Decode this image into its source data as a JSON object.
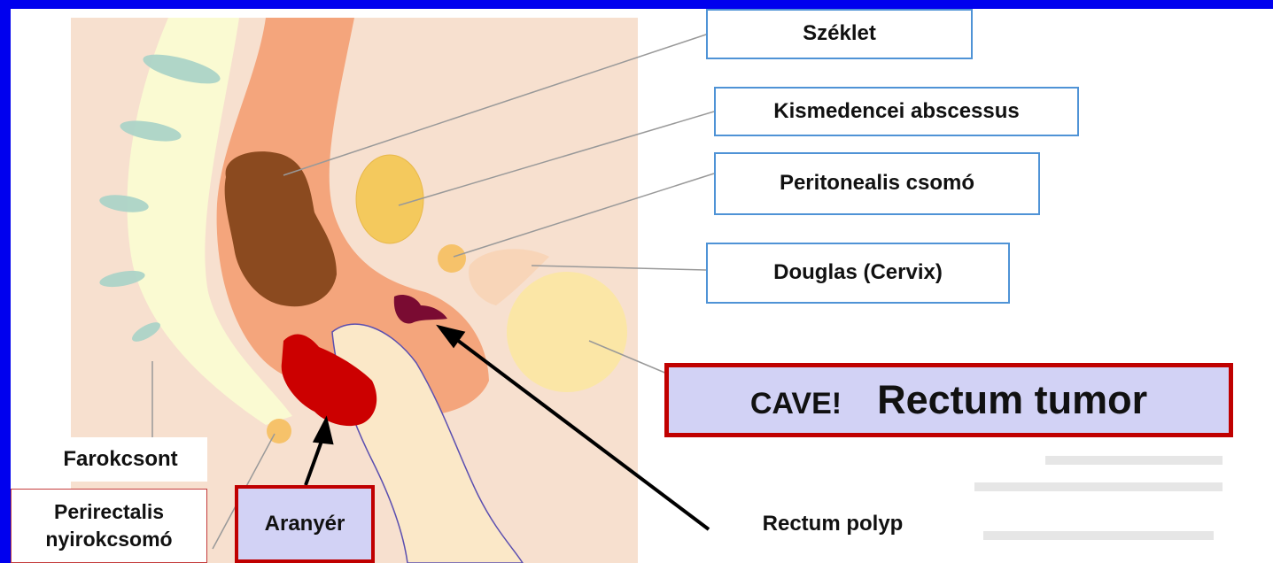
{
  "labels": {
    "szeklet": "Széklet",
    "kismedencei": "Kismedencei abscessus",
    "peritonealis": "Peritonealis csomó",
    "douglas": "Douglas (Cervix)",
    "farokcsont": "Farokcsont",
    "perirectalis_line1": "Perirectalis",
    "perirectalis_line2": "nyirokcsomó",
    "aranyer": "Aranyér",
    "rectum_polyp": "Rectum polyp"
  },
  "callout": {
    "warning": "CAVE!",
    "title": "Rectum tumor"
  },
  "colors": {
    "background_frame": "#0000ee",
    "label_border": "#4f93d6",
    "highlight_border": "#c00000",
    "highlight_fill": "#d2d2f5"
  }
}
